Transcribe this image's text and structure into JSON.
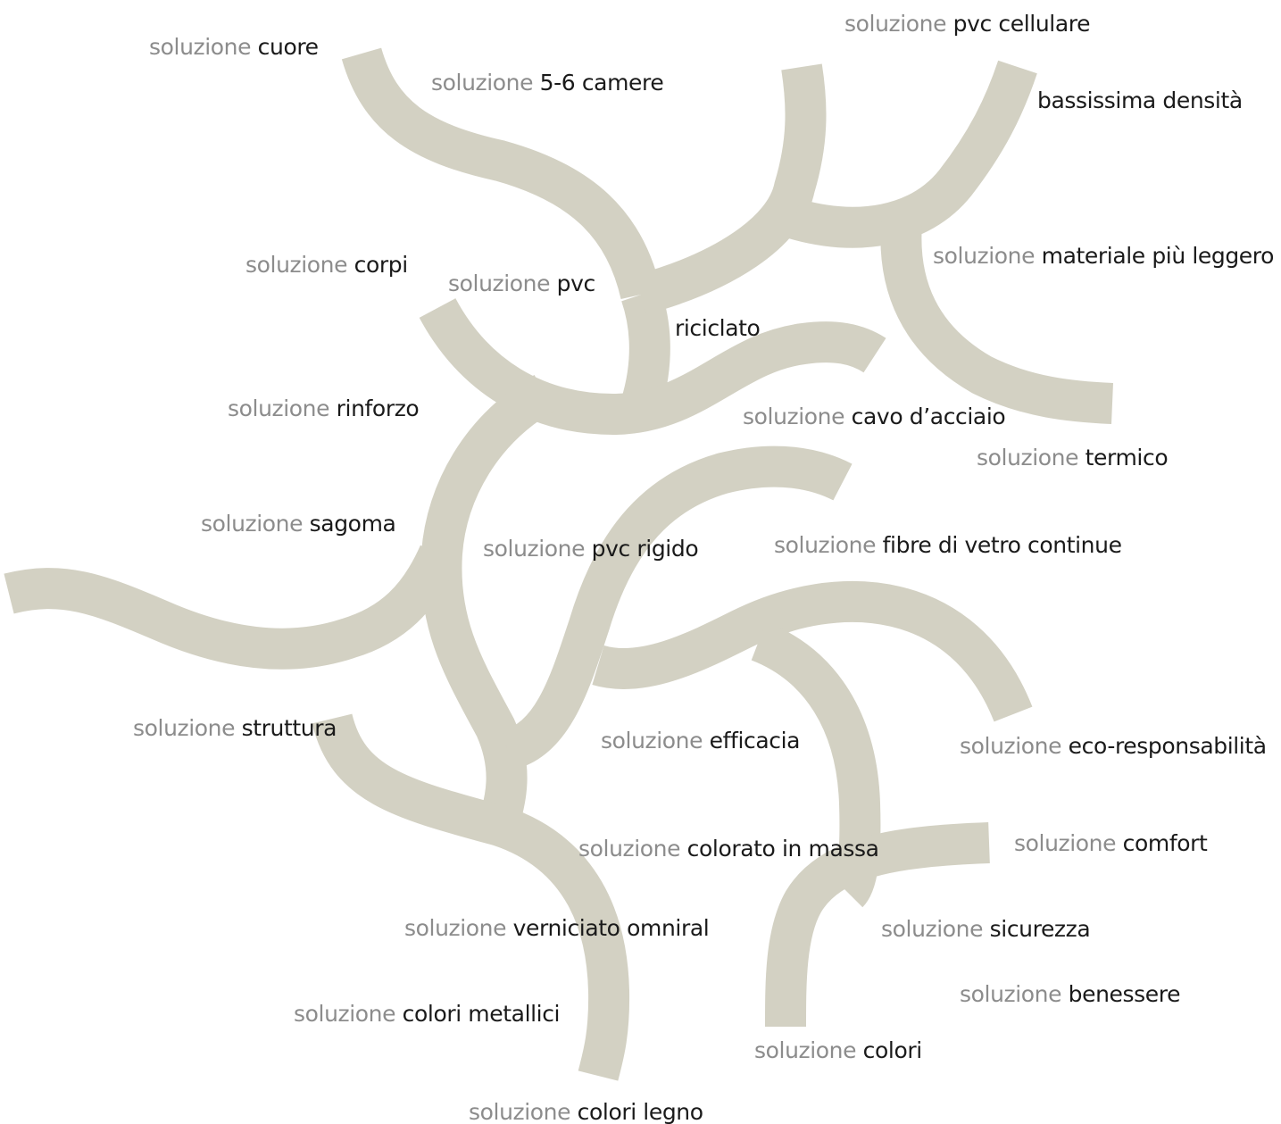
{
  "colors": {
    "ribbon": "#d3d1c3",
    "prefix_text": "#8c8c8c",
    "key_text": "#1a1a1a",
    "background": "#ffffff"
  },
  "labels": [
    {
      "id": "cuore",
      "prefix": "soluzione",
      "key": "cuore"
    },
    {
      "id": "5-6-camere",
      "prefix": "soluzione",
      "key": "5-6 camere"
    },
    {
      "id": "pvc-cellulare",
      "prefix": "soluzione",
      "key": "pvc cellulare"
    },
    {
      "id": "bassissima-densita",
      "prefix": "",
      "key": "bassissima densità"
    },
    {
      "id": "corpi",
      "prefix": "soluzione",
      "key": "corpi"
    },
    {
      "id": "pvc",
      "prefix": "soluzione",
      "key": "pvc"
    },
    {
      "id": "materiale-piu-leggero",
      "prefix": "soluzione",
      "key": "materiale più leggero"
    },
    {
      "id": "riciclato",
      "prefix": "",
      "key": "riciclato"
    },
    {
      "id": "rinforzo",
      "prefix": "soluzione",
      "key": "rinforzo"
    },
    {
      "id": "cavo-acciaio",
      "prefix": "soluzione",
      "key": "cavo d’acciaio"
    },
    {
      "id": "termico",
      "prefix": "soluzione",
      "key": "termico"
    },
    {
      "id": "sagoma",
      "prefix": "soluzione",
      "key": "sagoma"
    },
    {
      "id": "pvc-rigido",
      "prefix": "soluzione",
      "key": "pvc rigido"
    },
    {
      "id": "fibre-vetro",
      "prefix": "soluzione",
      "key": "fibre di vetro continue"
    },
    {
      "id": "struttura",
      "prefix": "soluzione",
      "key": "struttura"
    },
    {
      "id": "efficacia",
      "prefix": "soluzione",
      "key": "efficacia"
    },
    {
      "id": "eco-responsabilita",
      "prefix": "soluzione",
      "key": "eco-responsabilità"
    },
    {
      "id": "colorato-massa",
      "prefix": "soluzione",
      "key": "colorato in massa"
    },
    {
      "id": "comfort",
      "prefix": "soluzione",
      "key": "comfort"
    },
    {
      "id": "verniciato-omniral",
      "prefix": "soluzione",
      "key": "verniciato omniral"
    },
    {
      "id": "sicurezza",
      "prefix": "soluzione",
      "key": "sicurezza"
    },
    {
      "id": "benessere",
      "prefix": "soluzione",
      "key": "benessere"
    },
    {
      "id": "colori-metallici",
      "prefix": "soluzione",
      "key": "colori metallici"
    },
    {
      "id": "colori",
      "prefix": "soluzione",
      "key": "colori"
    },
    {
      "id": "colori-legno",
      "prefix": "soluzione",
      "key": "colori legno"
    }
  ]
}
